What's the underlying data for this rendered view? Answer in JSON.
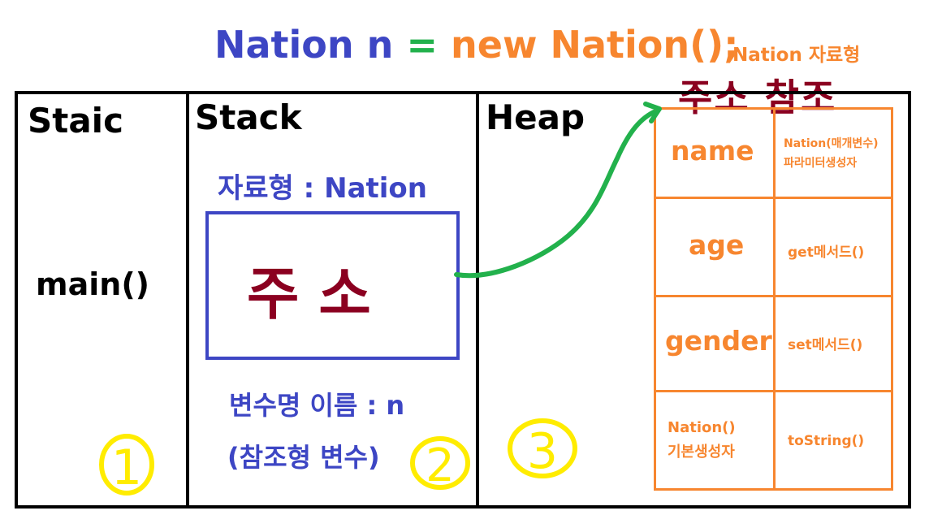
{
  "title": {
    "part1": "Nation n",
    "part2": "=",
    "part3": "new Nation();"
  },
  "type_note": "Nation 자료형",
  "address_reference": "주소 참조",
  "sections": {
    "static": "Staic",
    "stack": "Stack",
    "heap": "Heap"
  },
  "static_content": "main()",
  "stack_content": {
    "type_label": "자료형 : Nation",
    "address": "주소",
    "var_name": "변수명 이름 : n",
    "var_kind": "(참조형 변수)"
  },
  "heap_table": {
    "rows": [
      {
        "field": "name",
        "method_line1": "Nation(매개변수)",
        "method_line2": "파라미터생성자"
      },
      {
        "field": "age",
        "method_line1": "get메서드()"
      },
      {
        "field": "gender",
        "method_line1": "set메서드()"
      },
      {
        "field_line1": "Nation()",
        "field_line2": "기본생성자",
        "method_line1": "toString()"
      }
    ]
  },
  "markers": [
    "1",
    "2",
    "3"
  ],
  "colors": {
    "blue": "#3d46c4",
    "green": "#22b14c",
    "orange": "#f7862f",
    "dark_red": "#8b0020",
    "yellow": "#ffec00",
    "black": "#000000"
  }
}
